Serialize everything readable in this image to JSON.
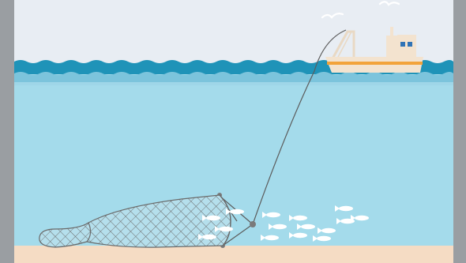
{
  "scene": {
    "colors": {
      "frame": "#9a9ea2",
      "sky": "#e8edf3",
      "wave_dark": "#1f93b8",
      "wave_light": "#7cc4dc",
      "water_top": "#a7dcec",
      "water_bottom": "#9ed6e7",
      "seabed": "#f5dcc4",
      "ship_hull": "#f3e3cf",
      "ship_stripe": "#f2a33a",
      "ship_cabin": "#f3e3cf",
      "ship_window": "#2f73b6",
      "net_line": "#6a6a6a",
      "fish": "#ffffff",
      "bird": "#ffffff"
    },
    "elements": {
      "birds": [
        "bird",
        "bird"
      ],
      "ship": "trawler-boat",
      "net": "trawl-net",
      "fish_school": "fish-school"
    }
  }
}
